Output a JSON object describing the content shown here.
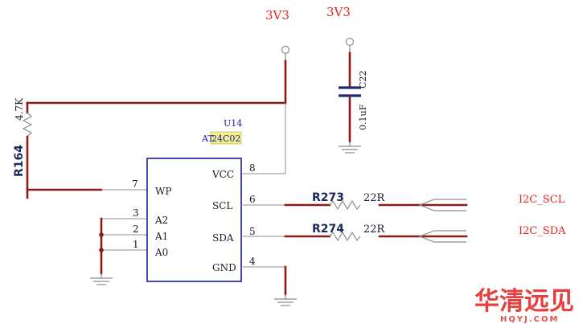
{
  "power": {
    "net_left": "3V3",
    "net_right": "3V3"
  },
  "capacitor": {
    "ref": "C22",
    "value": "0.1uF"
  },
  "pullup": {
    "ref": "R164",
    "value": "4.7K"
  },
  "ic": {
    "ref": "U14",
    "part_prefix": "AT",
    "part_highlight": "24C02",
    "pins_left": [
      {
        "num": "7",
        "name": "WP"
      },
      {
        "num": "3",
        "name": "A2"
      },
      {
        "num": "2",
        "name": "A1"
      },
      {
        "num": "1",
        "name": "A0"
      }
    ],
    "pins_right": [
      {
        "num": "8",
        "name": "VCC"
      },
      {
        "num": "6",
        "name": "SCL"
      },
      {
        "num": "5",
        "name": "SDA"
      },
      {
        "num": "4",
        "name": "GND"
      }
    ]
  },
  "series_resistors": [
    {
      "ref": "R273",
      "value": "22R",
      "net": "I2C_SCL"
    },
    {
      "ref": "R274",
      "value": "22R",
      "net": "I2C_SDA"
    }
  ],
  "watermark": {
    "text": "华清远见",
    "sub": "HQYJ.COM"
  },
  "colors": {
    "wire": "#8b1a1a",
    "net_label": "#e02828",
    "highlight": "#f4f08a",
    "ic_outline": "#1a1aa0"
  }
}
